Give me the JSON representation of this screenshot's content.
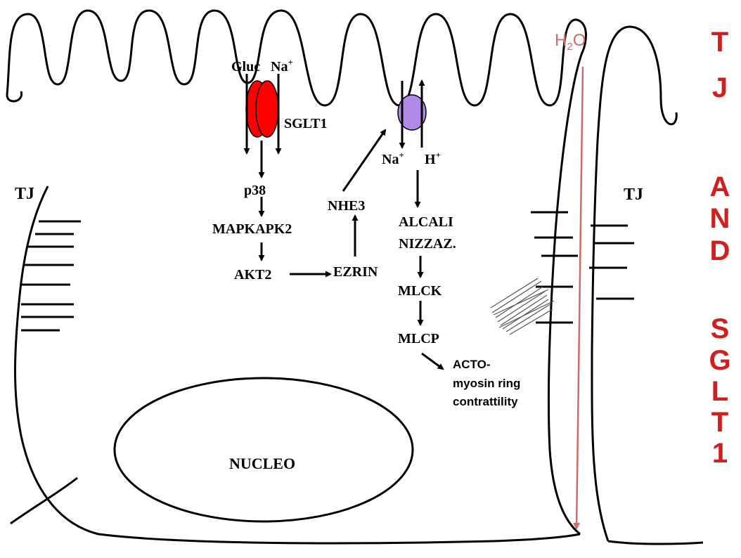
{
  "colors": {
    "line": "#000000",
    "sglt1": "#ff0000",
    "nhe3_transporter": "#b08ae6",
    "water_arrow": "#cd6b6b",
    "title": "#d11f1f"
  },
  "labels": {
    "tj_left": "TJ",
    "tj_right": "TJ",
    "gluc": "Gluc",
    "na_top": "Na",
    "na_top_sup": "+",
    "sglt1": "SGLT1",
    "na_nhe": "Na",
    "na_nhe_sup": "+",
    "h_nhe": "H",
    "h_nhe_sup": "+",
    "p38": "p38",
    "mapkapk2": "MAPKAPK2",
    "akt2": "AKT2",
    "ezrin": "EZRIN",
    "nhe3": "NHE3",
    "alcali": "ALCALI",
    "nizzaz": "NIZZAZ.",
    "mlck": "MLCK",
    "mlcp": "MLCP",
    "acto_line1": "ACTO-",
    "acto_line2": "myosin ring",
    "acto_line3": "contrattility",
    "nucleo": "NUCLEO",
    "h2o_h": "H",
    "h2o_sub": "2",
    "h2o_o": "O"
  },
  "title_letters": [
    "T",
    "J",
    "A",
    "N",
    "D",
    "S",
    "G",
    "L",
    "T",
    "1"
  ]
}
